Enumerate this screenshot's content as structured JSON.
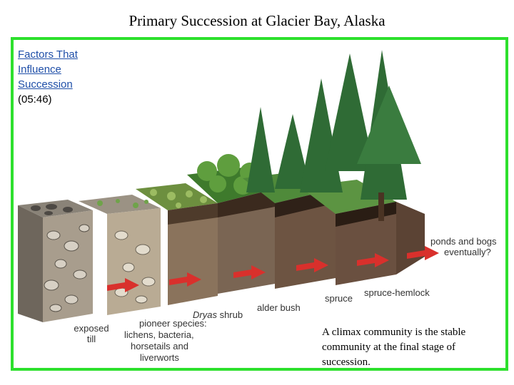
{
  "title": "Primary Succession at Glacier Bay, Alaska",
  "link": {
    "lines": [
      "Factors That",
      "Influence",
      "Succession"
    ],
    "duration": "(05:46)"
  },
  "diagram": {
    "stage_labels": {
      "exposed_till": [
        "exposed",
        "till"
      ],
      "pioneer": [
        "pioneer species:",
        "lichens, bacteria,",
        "horsetails and",
        "liverworts"
      ],
      "dryas_prefix": "Dryas",
      "dryas_suffix": " shrub",
      "alder": "alder bush",
      "spruce": "spruce",
      "spruce_hemlock": "spruce-hemlock",
      "ponds": [
        "ponds and bogs",
        "eventually?"
      ]
    }
  },
  "caption": "A climax community is the stable community at the final stage of succession.",
  "colors": {
    "frame": "#2de02d",
    "arrow": "#d9302c",
    "link": "#1f4fa8"
  }
}
